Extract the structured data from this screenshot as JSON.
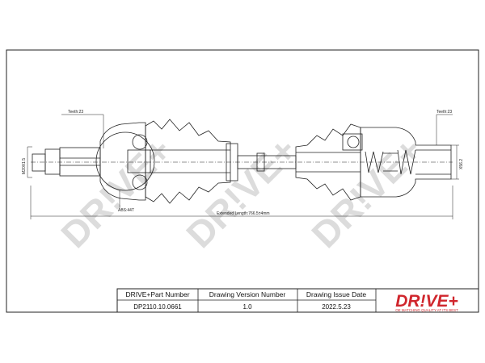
{
  "watermark": {
    "text": "DR!VE+",
    "color": "#d9d9d9"
  },
  "dimensions": {
    "left_teeth": "Teeth:23",
    "right_teeth": "Teeth:23",
    "left_thread": "M20X1.5",
    "right_diameter": "X56.2",
    "abs": "ABS:44T",
    "length": "Extended  Length:766.5±4mm"
  },
  "title_block": {
    "headers": [
      "DRIVE+Part Number",
      "Drawing Version Number",
      "Drawing Issue Date"
    ],
    "values": [
      "DP2110.10.0661",
      "1.0",
      "2022.5.23"
    ],
    "logo_text": "DR!VE+",
    "logo_tagline": "OE MATCHING QUALITY AT ITS BEST",
    "logo_color": "#d0262d"
  }
}
